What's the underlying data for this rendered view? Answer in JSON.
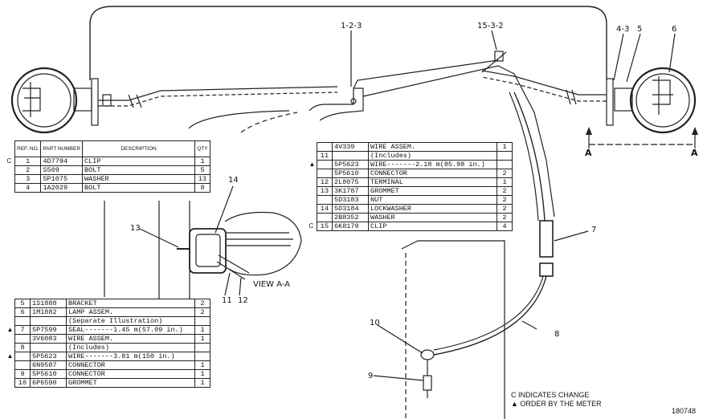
{
  "callouts": {
    "c1": "1-2-3",
    "c2": "15-3-2",
    "c3": "4-3",
    "c4": "5",
    "c5": "6",
    "c6": "14",
    "c7": "13",
    "c8": "11",
    "c9": "12",
    "c10": "7",
    "c11": "8",
    "c12": "10",
    "c13": "9"
  },
  "section_marks": {
    "left": "A",
    "right": "A"
  },
  "view_label": "VIEW A-A",
  "table1": {
    "headers": {
      "ref": "REF. NO.",
      "part": "PART NUMBER",
      "desc": "DESCRIPTION",
      "qty": "QTY"
    },
    "rows": [
      {
        "mark": "C",
        "ref": "1",
        "part": "4D7794",
        "desc": "CLIP",
        "qty": "1"
      },
      {
        "mark": "",
        "ref": "2",
        "part": "S509",
        "desc": "BOLT",
        "qty": "5"
      },
      {
        "mark": "",
        "ref": "3",
        "part": "5P1075",
        "desc": "WASHER",
        "qty": "13"
      },
      {
        "mark": "",
        "ref": "4",
        "part": "1A2029",
        "desc": "BOLT",
        "qty": "8"
      }
    ]
  },
  "table2": {
    "rows": [
      {
        "mark": "",
        "ref": "",
        "part": "4V339",
        "desc": "WIRE ASSEM.",
        "qty": "1"
      },
      {
        "mark": "",
        "ref": "11",
        "part": "",
        "desc": "(Includes)",
        "qty": ""
      },
      {
        "mark": "▲",
        "ref": "",
        "part": "5P5623",
        "desc": "WIRE-------2.18 m(85.98 in.)",
        "qty": ""
      },
      {
        "mark": "",
        "ref": "",
        "part": "5P5610",
        "desc": "CONNECTOR",
        "qty": "2"
      },
      {
        "mark": "",
        "ref": "12",
        "part": "2L8075",
        "desc": "TERMINAL",
        "qty": "1"
      },
      {
        "mark": "",
        "ref": "13",
        "part": "3K1787",
        "desc": "GROMMET",
        "qty": "2"
      },
      {
        "mark": "",
        "ref": "",
        "part": "5D3183",
        "desc": "NUT",
        "qty": "2"
      },
      {
        "mark": "",
        "ref": "14",
        "part": "5D3184",
        "desc": "LOCKWASHER",
        "qty": "2"
      },
      {
        "mark": "",
        "ref": "",
        "part": "2B8352",
        "desc": "WASHER",
        "qty": "2"
      },
      {
        "mark": "C",
        "ref": "15",
        "part": "6K8179",
        "desc": "CLIP",
        "qty": "4"
      }
    ]
  },
  "table3": {
    "rows": [
      {
        "mark": "",
        "ref": "5",
        "part": "1S1888",
        "desc": "BRACKET",
        "qty": "2"
      },
      {
        "mark": "",
        "ref": "6",
        "part": "1M1882",
        "desc": "LAMP ASSEM.",
        "qty": "2"
      },
      {
        "mark": "",
        "ref": "",
        "part": "",
        "desc": "(Separate Illustration)",
        "qty": ""
      },
      {
        "mark": "▲",
        "ref": "7",
        "part": "5P7599",
        "desc": "SEAL-------1.45 m(57.09 in.)",
        "qty": "1"
      },
      {
        "mark": "",
        "ref": "",
        "part": "3V6083",
        "desc": "WIRE ASSEM.",
        "qty": "1"
      },
      {
        "mark": "",
        "ref": "8",
        "part": "",
        "desc": "(Includes)",
        "qty": ""
      },
      {
        "mark": "▲",
        "ref": "",
        "part": "5P5623",
        "desc": "WIRE-------3.81 m(150 in.)",
        "qty": ""
      },
      {
        "mark": "",
        "ref": "",
        "part": "6N9587",
        "desc": "CONNECTOR",
        "qty": "1"
      },
      {
        "mark": "",
        "ref": "9",
        "part": "5P5610",
        "desc": "CONNECTOR",
        "qty": "1"
      },
      {
        "mark": "",
        "ref": "10",
        "part": "6P6590",
        "desc": "GROMMET",
        "qty": "1"
      }
    ]
  },
  "legend": {
    "line1": "C INDICATES CHANGE",
    "line2": "▲ ORDER BY THE METER"
  },
  "figure_number": "180748"
}
